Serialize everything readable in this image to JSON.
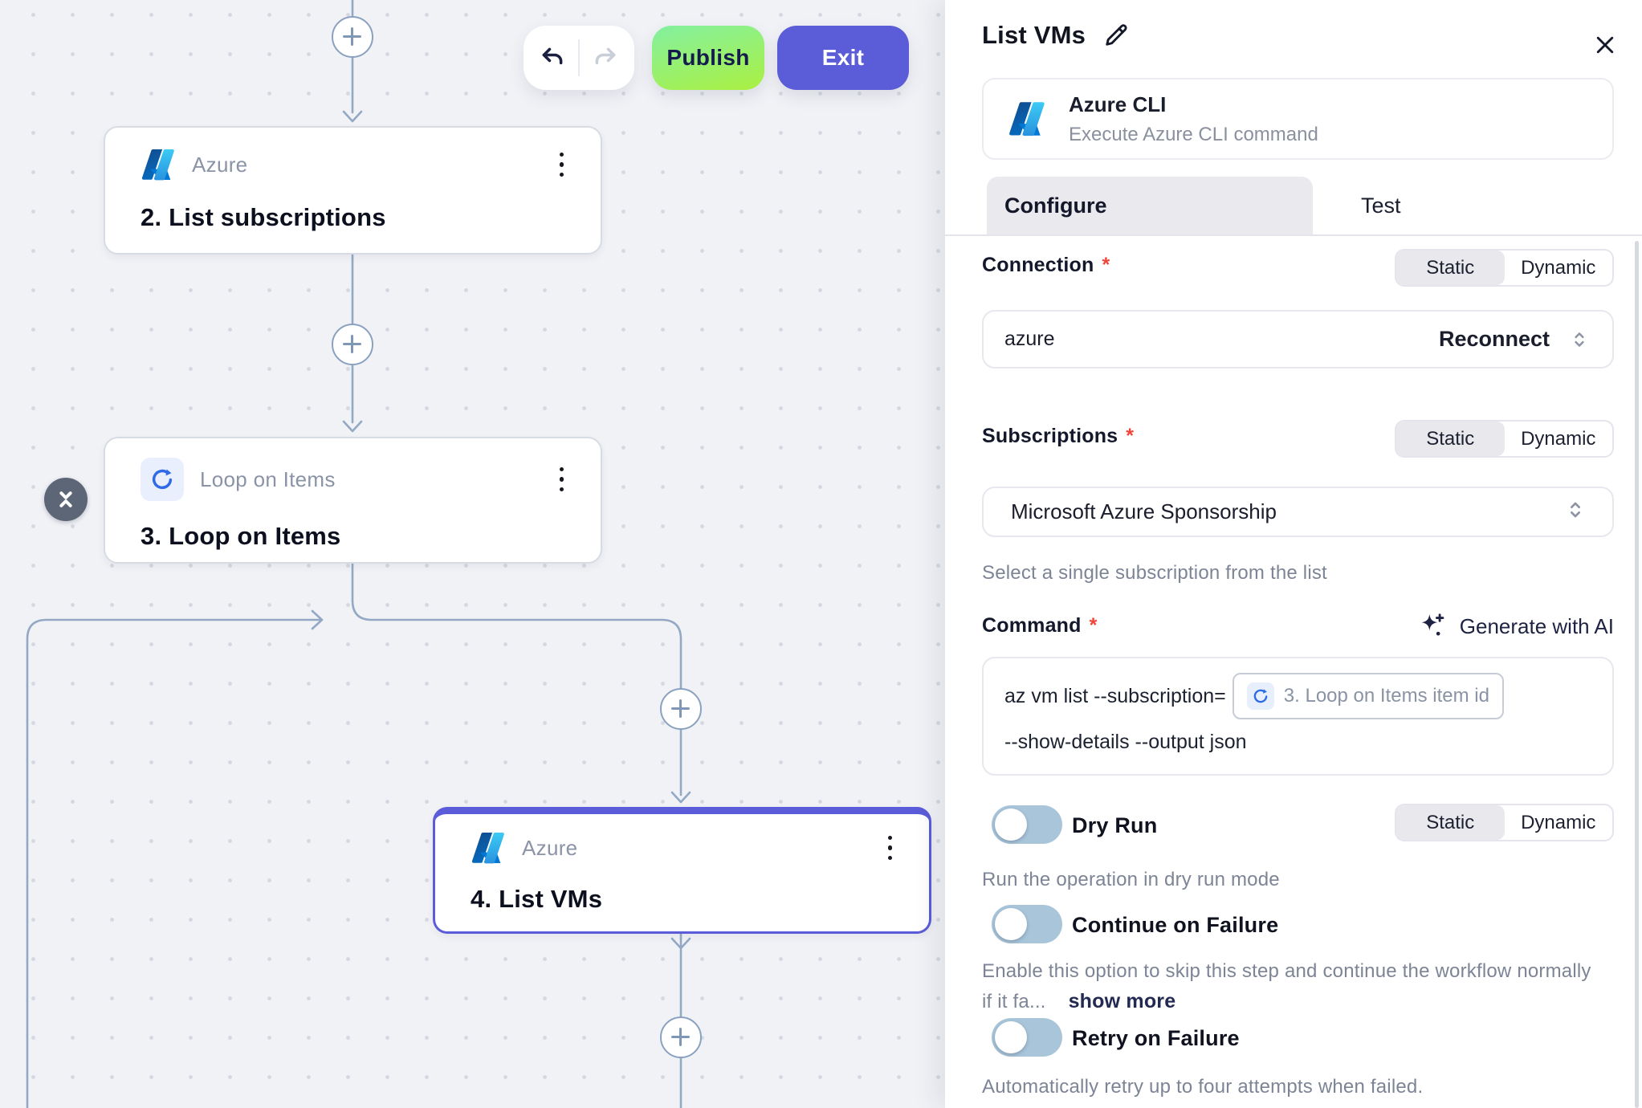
{
  "toolbar": {
    "publish_label": "Publish",
    "exit_label": "Exit"
  },
  "canvas": {
    "nodes": [
      {
        "app": "Azure",
        "title": "2. List subscriptions",
        "icon": "azure-logo"
      },
      {
        "app": "Loop on Items",
        "title": "3. Loop on Items",
        "icon": "loop-refresh"
      },
      {
        "app": "Azure",
        "title": "4. List VMs",
        "icon": "azure-logo",
        "selected": true
      }
    ]
  },
  "panel": {
    "title": "List VMs",
    "app_card": {
      "name": "Azure CLI",
      "description": "Execute Azure CLI command"
    },
    "tabs": {
      "configure": "Configure",
      "test": "Test",
      "active": "Configure"
    },
    "segmented": {
      "static": "Static",
      "dynamic": "Dynamic",
      "selected": "Static"
    },
    "required_marker": "*",
    "connection": {
      "label": "Connection",
      "value": "azure",
      "action_label": "Reconnect"
    },
    "subscriptions": {
      "label": "Subscriptions",
      "value": "Microsoft Azure Sponsorship",
      "helper": "Select a single subscription from the list"
    },
    "command": {
      "label": "Command",
      "generate_label": "Generate with AI",
      "line1": "az vm list --subscription=",
      "token_label": "3. Loop on Items item id",
      "line2": "--show-details --output json"
    },
    "dry_run": {
      "label": "Dry Run",
      "helper": "Run the operation in dry run mode",
      "enabled": false
    },
    "continue_on_failure": {
      "label": "Continue on Failure",
      "helper_line1": "Enable this option to skip this step and continue the workflow normally",
      "helper_line2": "if it fa...",
      "show_more_label": "show more",
      "enabled": false
    },
    "retry_on_failure": {
      "label": "Retry on Failure",
      "helper": "Automatically retry up to four attempts when failed.",
      "enabled": false
    }
  },
  "colors": {
    "accent_indigo": "#5a5cd8",
    "selected_node_border": "#5a5cd9",
    "publish_green_top": "#85f09b",
    "publish_green_bottom": "#a9f046",
    "edge_blue": "#93a8c4",
    "toggle_track_off": "#a9c5da",
    "required_red": "#f04438",
    "azure_blue": "#2e6be5"
  }
}
